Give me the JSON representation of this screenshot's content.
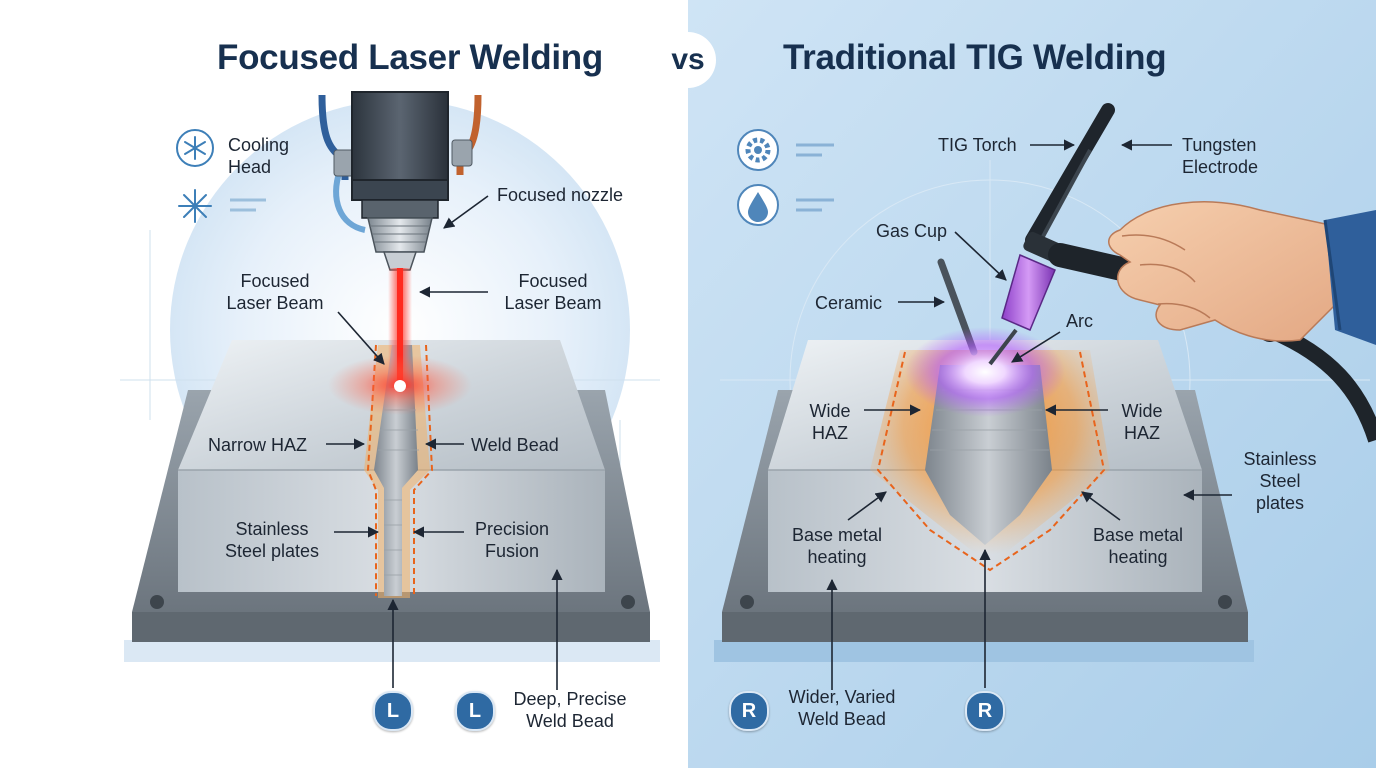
{
  "titles": {
    "left": "Focused Laser Welding",
    "vs": "vs",
    "right": "Traditional TIG Welding"
  },
  "left_labels": {
    "cooling_head": "Cooling\nHead",
    "focused_nozzle": "Focused nozzle",
    "beam_left": "Focused\nLaser Beam",
    "beam_right": "Focused\nLaser Beam",
    "narrow_haz": "Narrow HAZ",
    "weld_bead": "Weld Bead",
    "stainless": "Stainless\nSteel plates",
    "precision": "Precision\nFusion",
    "deep_bead": "Deep, Precise\nWeld Bead",
    "badge": "L"
  },
  "right_labels": {
    "tig_torch": "TIG Torch",
    "tungsten": "Tungsten\nElectrode",
    "gas_cup": "Gas Cup",
    "ceramic": "Ceramic",
    "arc": "Arc",
    "wide_haz_left": "Wide\nHAZ",
    "wide_haz_right": "Wide\nHAZ",
    "stainless": "Stainless\nSteel\nplates",
    "base_left": "Base metal\nheating",
    "base_right": "Base metal\nheating",
    "wider_bead": "Wider, Varied\nWeld Bead",
    "badge": "R"
  },
  "icons": {
    "left": [
      "snowflake-icon",
      "sparkle-icon"
    ],
    "right": [
      "gear-icon",
      "droplet-icon"
    ]
  },
  "colors": {
    "title": "#17304f",
    "laser": "#ff3b2f",
    "haz_orange": "#f08a2a",
    "arc_purple": "#b35cff",
    "right_background": "#bcdaf1",
    "badge": "#2f6aa3"
  }
}
